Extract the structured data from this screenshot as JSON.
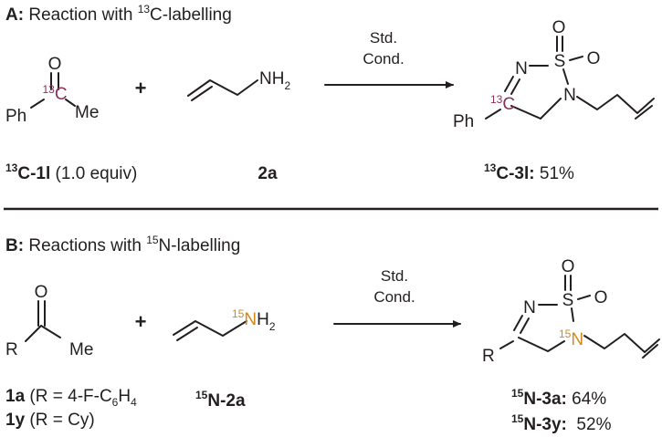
{
  "colors": {
    "carbon13": "#8b2f5a",
    "nitrogen15": "#d08a1e",
    "ink": "#231f20"
  },
  "panelA": {
    "header_letter": "A:",
    "header_text": " Reaction with ",
    "header_iso": "13",
    "header_rest": "C-labelling",
    "ketone": {
      "O": "O",
      "iso": "13",
      "C": "C",
      "Ph": "Ph",
      "Me": "Me"
    },
    "plus": "+",
    "amine": {
      "N": "NH",
      "sub": "2"
    },
    "arrow_top": "Std.",
    "arrow_bottom": "Cond.",
    "product": {
      "O1": "O",
      "O2": "O",
      "S": "S",
      "N_ring": "N",
      "N_allyl": "N",
      "iso": "13",
      "C": "C",
      "Ph": "Ph"
    },
    "label1_iso": "13",
    "label1_bold": "C-1l",
    "label1_rest": " (1.0 equiv)",
    "label2": "2a",
    "label3_iso": "13",
    "label3_bold": "C-3l:",
    "label3_yield": " 51%"
  },
  "panelB": {
    "header_letter": "B:",
    "header_text": " Reactions with ",
    "header_iso": "15",
    "header_rest": "N-labelling",
    "ketone": {
      "O": "O",
      "R": "R",
      "Me": "Me"
    },
    "plus": "+",
    "amine": {
      "iso": "15",
      "N": "N",
      "H": "H",
      "sub": "2"
    },
    "arrow_top": "Std.",
    "arrow_bottom": "Cond.",
    "product": {
      "O1": "O",
      "O2": "O",
      "S": "S",
      "N_ring": "N",
      "iso": "15",
      "N_allyl": "N",
      "R": "R"
    },
    "label_1a_bold": "1a",
    "label_1a_rest": " (R = 4-F-C",
    "label_1a_sub1": "6",
    "label_1a_mid": "H",
    "label_1a_sub2": "4",
    "label_1y_bold": "1y",
    "label_1y_rest": " (R = Cy)",
    "label_amine_iso": "15",
    "label_amine_bold": "N-2a",
    "yield1_iso": "15",
    "yield1_bold": "N-3a:",
    "yield1_val": " 64%",
    "yield2_iso": "15",
    "yield2_bold": "N-3y:",
    "yield2_val": "  52%"
  }
}
